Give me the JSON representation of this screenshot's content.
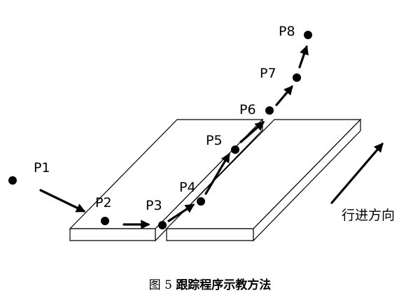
{
  "diagram": {
    "points": [
      "P1",
      "P2",
      "P3",
      "P4",
      "P5",
      "P6",
      "P7",
      "P8"
    ],
    "direction_label": "行进方向",
    "colors": {
      "stroke": "#000000",
      "plate_top": "#ffffff",
      "plate_side": "#ffffff"
    }
  },
  "caption": {
    "number": "图 5",
    "title": "跟踪程序示教方法"
  }
}
